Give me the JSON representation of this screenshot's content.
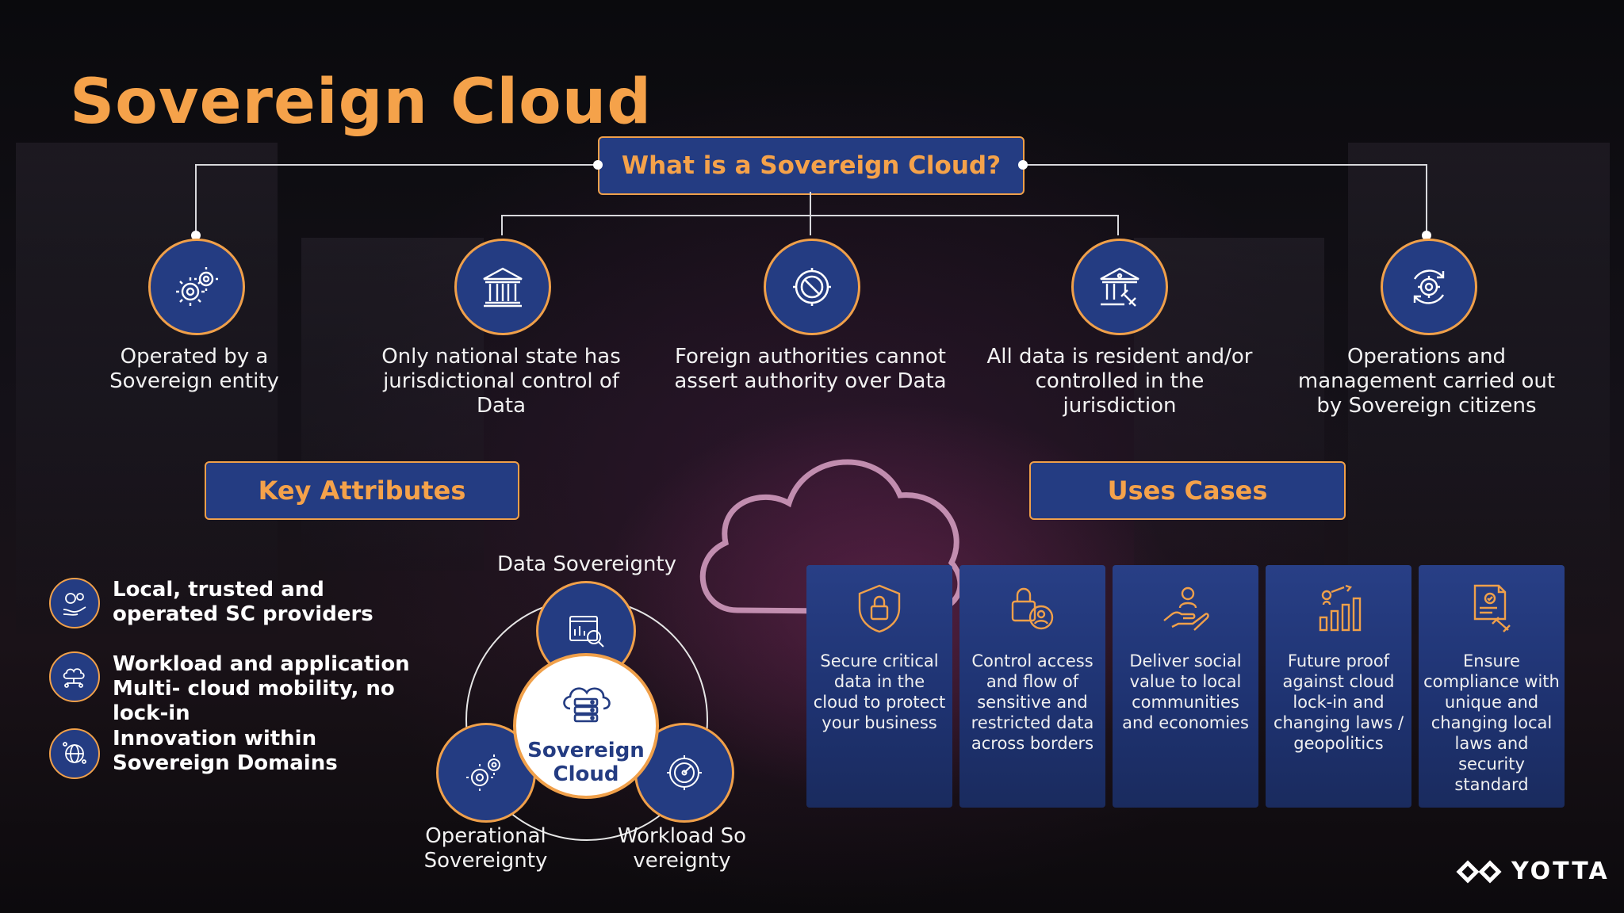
{
  "title": "Sovereign Cloud",
  "top_banner": "What is a Sovereign Cloud?",
  "features": [
    {
      "icon": "gears-icon",
      "text": "Operated by a Sovereign entity"
    },
    {
      "icon": "government-building-icon",
      "text": "Only national state has jurisdictional control of Data"
    },
    {
      "icon": "prohibited-icon",
      "text": "Foreign authorities cannot assert authority over Data"
    },
    {
      "icon": "court-gavel-icon",
      "text": "All data is resident and/or controlled in the jurisdiction"
    },
    {
      "icon": "gear-cycle-icon",
      "text": "Operations and management carried out by Sovereign citizens"
    }
  ],
  "key_attributes": {
    "banner": "Key Attributes",
    "items": [
      {
        "icon": "gear-hand-icon",
        "text": "Local, trusted and operated SC providers"
      },
      {
        "icon": "cloud-network-icon",
        "text": "Workload and application Multi- cloud mobility, no lock-in"
      },
      {
        "icon": "innovation-globe-icon",
        "text": "Innovation within Sovereign Domains"
      }
    ]
  },
  "venn": {
    "center": "Sovereign Cloud",
    "nodes": [
      {
        "icon": "data-analysis-icon",
        "label": "Data Sovereignty"
      },
      {
        "icon": "gears-icon",
        "label": "Operational Sovereignty"
      },
      {
        "icon": "speed-gauge-icon",
        "label": "Workload Sovereignty"
      }
    ]
  },
  "use_cases": {
    "banner": "Uses Cases",
    "cards": [
      {
        "icon": "shield-lock-icon",
        "text": "Secure critical data in the cloud to protect your business"
      },
      {
        "icon": "lock-user-icon",
        "text": "Control access and flow of sensitive and restricted data across borders"
      },
      {
        "icon": "hand-people-icon",
        "text": "Deliver social value to local communities and economies"
      },
      {
        "icon": "growth-chart-icon",
        "text": "Future proof against cloud lock-in and changing laws / geopolitics"
      },
      {
        "icon": "compliance-doc-icon",
        "text": "Ensure compliance with unique and changing local laws and security standard"
      }
    ]
  },
  "brand": "YOTTA",
  "colors": {
    "accent": "#f5a24a",
    "navy": "#243c82"
  }
}
